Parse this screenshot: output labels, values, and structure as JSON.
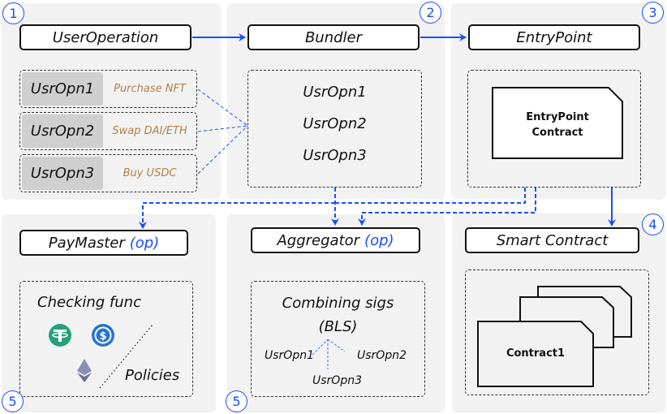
{
  "steps": {
    "s1": "1",
    "s2": "2",
    "s3": "3",
    "s4": "4",
    "s5a": "5",
    "s5b": "5"
  },
  "user_operation": {
    "title": "UserOperation",
    "rows": [
      {
        "label": "UsrOpn1",
        "action": "Purchase NFT"
      },
      {
        "label": "UsrOpn2",
        "action": "Swap DAI/ETH"
      },
      {
        "label": "UsrOpn3",
        "action": "Buy USDC"
      }
    ]
  },
  "bundler": {
    "title": "Bundler",
    "items": [
      "UsrOpn1",
      "UsrOpn2",
      "UsrOpn3"
    ]
  },
  "entrypoint": {
    "title": "EntryPoint",
    "contract_line1": "EntryPoint",
    "contract_line2": "Contract"
  },
  "paymaster": {
    "title": "PayMaster",
    "suffix": "(op)",
    "checking": "Checking func",
    "policies": "Policies",
    "icons": [
      "tether-icon",
      "usdc-icon",
      "ethereum-icon"
    ]
  },
  "aggregator": {
    "title": "Aggregator",
    "suffix": "(op)",
    "line1": "Combining sigs",
    "line2": "(BLS)",
    "ops": [
      "UsrOpn1",
      "UsrOpn2",
      "UsrOpn3"
    ]
  },
  "smart_contract": {
    "title": "Smart Contract",
    "contract": "Contract1"
  },
  "colors": {
    "accent": "#1a4dff",
    "panel": "#f2f2f2",
    "action": "#b0824a"
  }
}
